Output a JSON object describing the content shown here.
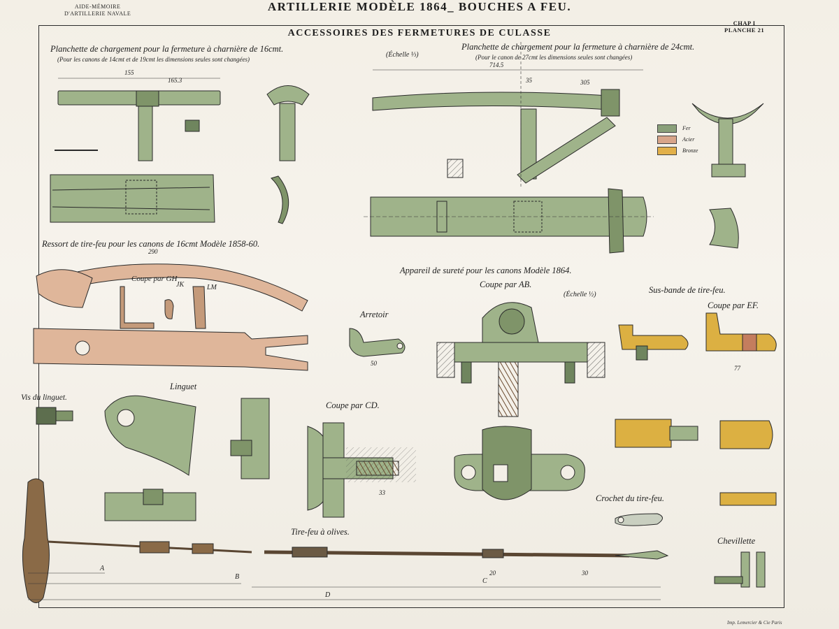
{
  "plate": {
    "title": "ARTILLERIE MODÈLE 1864_ BOUCHES A FEU.",
    "corner_left": [
      "AIDE-MÉMOIRE",
      "D'ARTILLERIE NAVALE"
    ],
    "corner_right": [
      "CHAP  I",
      "PLANCHE  21"
    ],
    "subtitle": "ACCESSOIRES DES FERMETURES DE CULASSE",
    "imprint": "Imp. Lemercier & Cie Paris"
  },
  "sections": {
    "planchette_16": "Planchette de chargement  pour la fermeture à charnière de 16cmt.",
    "planchette_16_note": "(Pour les canons de 14cmt et de 19cmt les dimensions seules sont changées)",
    "echelle_left": "(Échelle ⅓)",
    "planchette_24": "Planchette de chargement  pour la fermeture à charnière de 24cmt.",
    "planchette_24_note": "(Pour le canon de 27cmt les dimensions seules sont changées)",
    "ressort": "Ressort de tire-feu pour les canons de 16cmt Modèle 1858-60.",
    "coupe_gh": "Coupe par GH",
    "jk": "JK",
    "lm": "LM",
    "appareil": "Appareil de sureté pour les canons Modèle 1864.",
    "coupe_ab": "Coupe par AB.",
    "echelle_half": "(Échelle ½)",
    "sus_bande": "Sus-bande de tire-feu.",
    "coupe_ef": "Coupe par EF.",
    "arretoir": "Arretoir",
    "vis_linguet": "Vis du linguet.",
    "linguet": "Linguet",
    "coupe_cd": "Coupe par CD.",
    "crochet": "Crochet du tire-feu.",
    "tire_feu": "Tire-feu à olives.",
    "chevillette": "Chevillette"
  },
  "legend": [
    {
      "label": "Fer",
      "color": "#8aa07a"
    },
    {
      "label": "Acier",
      "color": "#d8a58a"
    },
    {
      "label": "Bronze",
      "color": "#e2b04a"
    }
  ],
  "colors": {
    "fer": "#9fb38a",
    "fer_dark": "#6f855e",
    "acier": "#dfb69a",
    "bronze": "#dcb042",
    "ink": "#1d1d1d",
    "paper": "#f3efe6"
  },
  "dimensions": {
    "d1": "155",
    "d2": "165.3",
    "d3": "305",
    "d4": "714.5",
    "d5": "290",
    "d6": "35",
    "d7": "33",
    "d8": "20",
    "d9": "30",
    "d10": "77",
    "d11": "50",
    "letters": [
      "A",
      "B",
      "C",
      "D"
    ]
  }
}
